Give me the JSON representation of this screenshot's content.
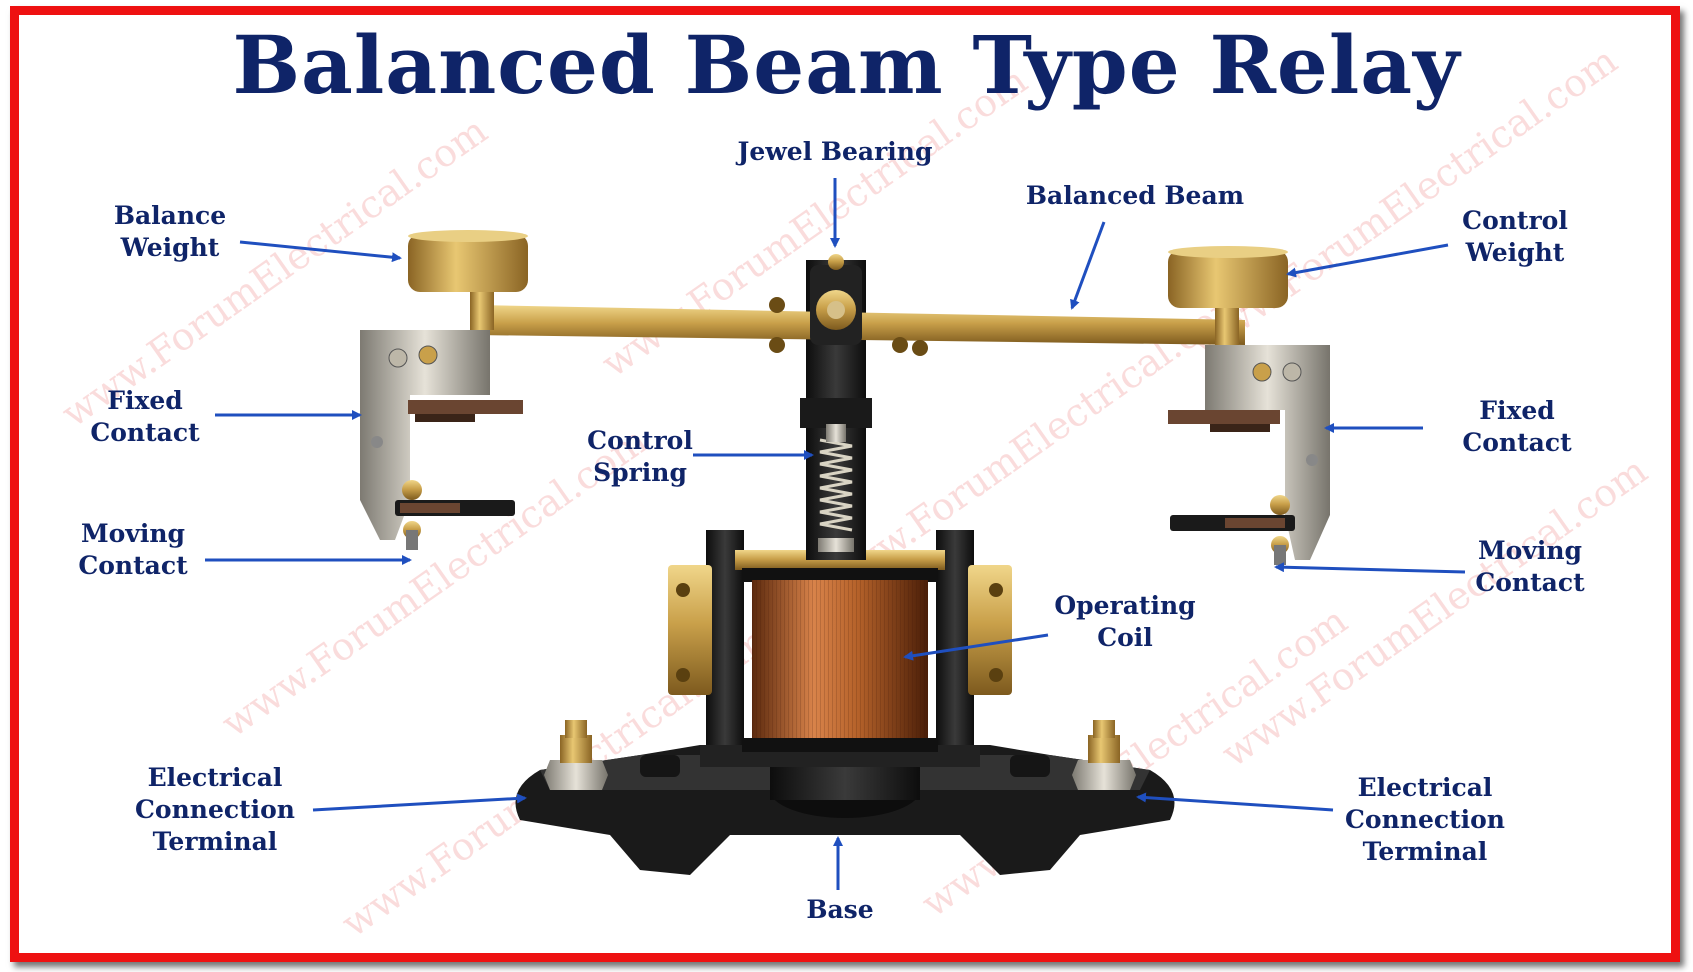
{
  "title": "Balanced Beam Type Relay",
  "watermark": "www.ForumElectrical.com",
  "colors": {
    "border": "#ee1111",
    "text": "#0f2468",
    "arrow": "#1f4fbf",
    "brass": "#c9a04a",
    "copper": "#b5622a",
    "iron": "#1c1c1c"
  },
  "labels": {
    "jewel_bearing": "Jewel Bearing",
    "balanced_beam": "Balanced Beam",
    "balance_weight": [
      "Balance",
      "Weight"
    ],
    "control_weight": [
      "Control",
      "Weight"
    ],
    "fixed_contact_left": [
      "Fixed",
      "Contact"
    ],
    "fixed_contact_right": [
      "Fixed",
      "Contact"
    ],
    "control_spring": [
      "Control",
      "Spring"
    ],
    "moving_contact_left": [
      "Moving",
      "Contact"
    ],
    "moving_contact_right": [
      "Moving",
      "Contact"
    ],
    "operating_coil": [
      "Operating",
      "Coil"
    ],
    "terminal_left": [
      "Electrical",
      "Connection",
      "Terminal"
    ],
    "terminal_right": [
      "Electrical",
      "Connection",
      "Terminal"
    ],
    "base": "Base"
  }
}
